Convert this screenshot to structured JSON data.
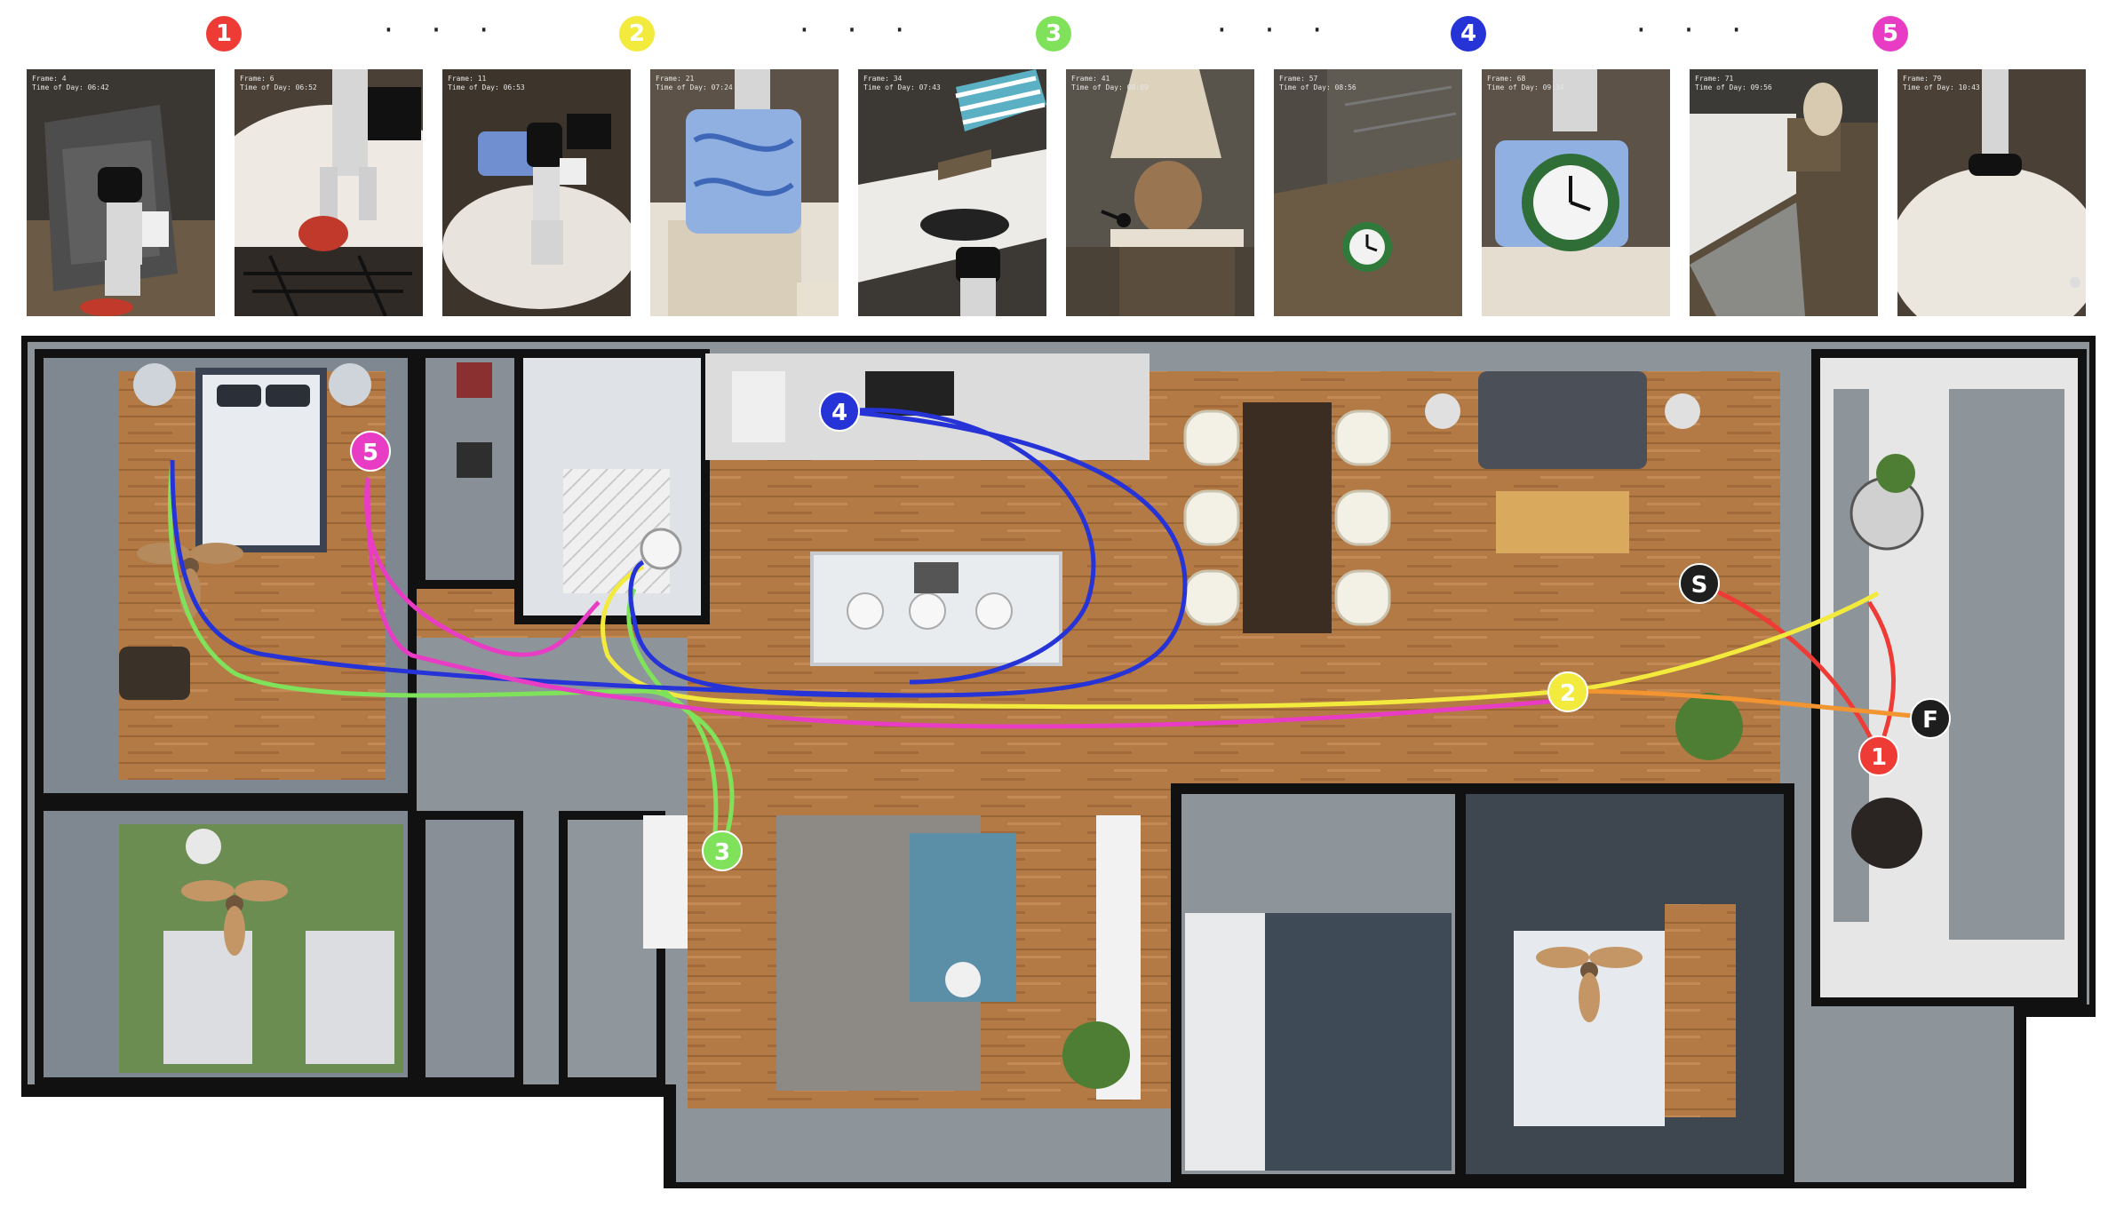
{
  "colors": {
    "step1": "#ee3b35",
    "step2": "#f2ea3c",
    "step3": "#7fe25a",
    "step4": "#2633d6",
    "step5": "#e83cc4",
    "start": "#1e1e1e",
    "finish": "#1e1e1e",
    "wood": "#b77a44",
    "wall": "#111111",
    "wall_inner": "#8e959a"
  },
  "step_markers": [
    "1",
    "2",
    "3",
    "4",
    "5"
  ],
  "ellipsis": "· · ·",
  "frames": [
    {
      "label": "Frame: 4\nTime of Day: 06:42"
    },
    {
      "label": "Frame: 6\nTime of Day: 06:52"
    },
    {
      "label": "Frame: 11\nTime of Day: 06:53"
    },
    {
      "label": "Frame: 21\nTime of Day: 07:24"
    },
    {
      "label": "Frame: 34\nTime of Day: 07:43"
    },
    {
      "label": "Frame: 41\nTime of Day: 08:09"
    },
    {
      "label": "Frame: 57\nTime of Day: 08:56"
    },
    {
      "label": "Frame: 68\nTime of Day: 09:34"
    },
    {
      "label": "Frame: 71\nTime of Day: 09:56"
    },
    {
      "label": "Frame: 79\nTime of Day: 10:43"
    }
  ],
  "map": {
    "start_label": "S",
    "finish_label": "F",
    "waypoints": [
      "1",
      "2",
      "3",
      "4",
      "5"
    ]
  }
}
